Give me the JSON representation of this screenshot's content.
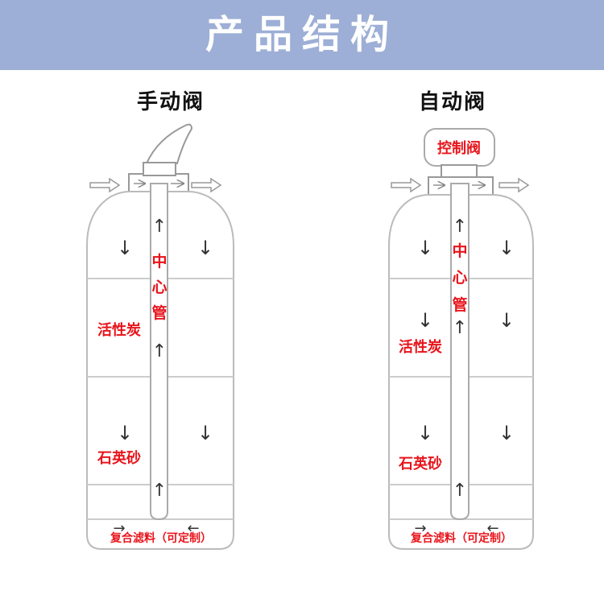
{
  "header": {
    "title": "产品结构"
  },
  "colors": {
    "banner": "#9dafd6",
    "label_red": "#e8141b",
    "outline": "#aaaaaa"
  },
  "manual": {
    "title": "手动阀",
    "center_pipe": [
      "中",
      "心",
      "管"
    ],
    "layer_carbon": "活性炭",
    "layer_sand": "石英砂",
    "bottom_filter": "复合滤料（可定制）"
  },
  "auto": {
    "title": "自动阀",
    "control_valve": "控制阀",
    "center_pipe": [
      "中",
      "心",
      "管"
    ],
    "layer_carbon": "活性炭",
    "layer_sand": "石英砂",
    "bottom_filter": "复合滤料（可定制）"
  },
  "arrows": {
    "up": "↑",
    "down": "↓",
    "left": "←",
    "right": "→"
  }
}
